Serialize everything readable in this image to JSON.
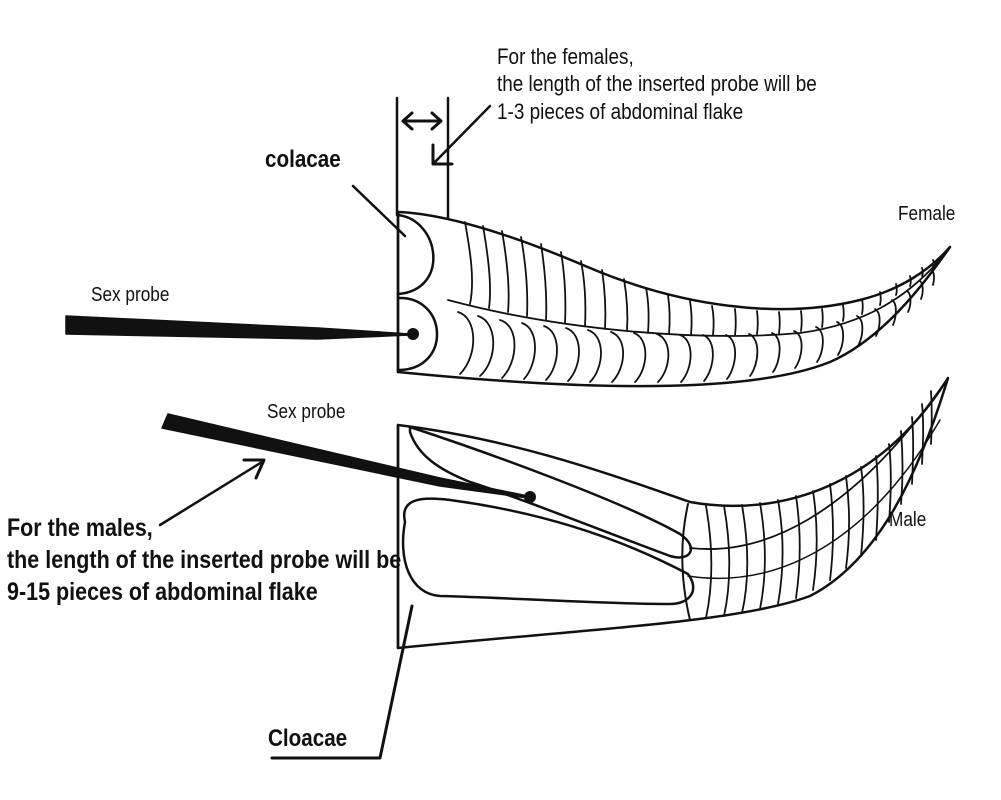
{
  "labels": {
    "female_note": {
      "line1": "For the females,",
      "line2": "the length of the inserted probe will be",
      "line3": "1-3 pieces of abdominal flake"
    },
    "colacae": "colacae",
    "female": "Female",
    "sex_probe_top": "Sex probe",
    "sex_probe_bottom": "Sex probe",
    "male_note": {
      "line1": "For the males,",
      "line2": "the length of the inserted probe will be",
      "line3": "9-15 pieces of abdominal flake"
    },
    "male": "Male",
    "cloacae": "Cloacae"
  },
  "colors": {
    "ink": "#111111",
    "background": "#ffffff"
  }
}
